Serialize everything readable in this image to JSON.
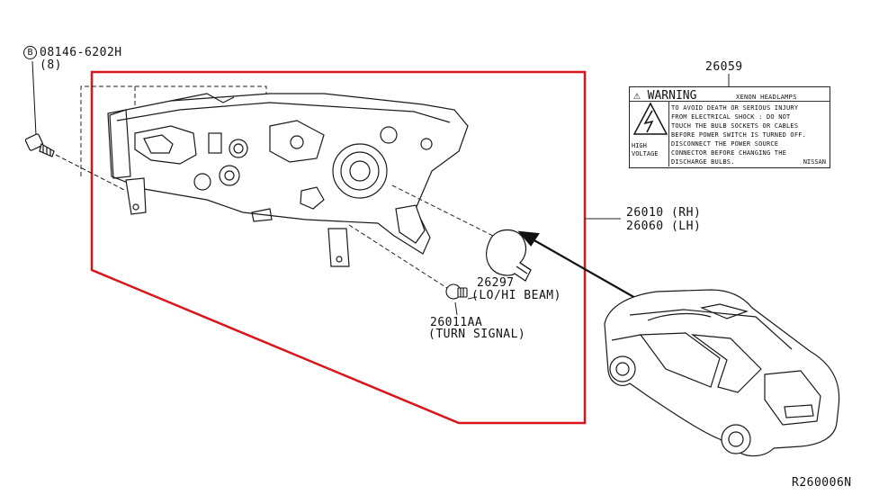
{
  "labels": {
    "bolt_prefix": "B",
    "bolt_part": "08146-6202H",
    "bolt_qty": "(8)",
    "label_part": "26059",
    "headlamp_rh": "26010 (RH)",
    "headlamp_lh": "26060 (LH)",
    "bulb_beam_part": "26297",
    "bulb_beam_desc": "(LO/HI BEAM)",
    "bulb_turn_part": "26011AA",
    "bulb_turn_desc": "(TURN SIGNAL)",
    "diagram_code": "R260006N"
  },
  "warning_label": {
    "title": "WARNING",
    "subtitle": "XENON HEADLAMPS",
    "high_voltage": "HIGH VOLTAGE",
    "line1": "TO AVOID DEATH OR SERIOUS INJURY",
    "line2": "FROM ELECTRICAL SHOCK : DO NOT",
    "line3": "TOUCH THE BULB SOCKETS OR CABLES",
    "line4": "BEFORE POWER SWITCH IS TURNED OFF.",
    "line5": "DISCONNECT THE POWER SOURCE",
    "line6": "CONNECTOR BEFORE CHANGING THE",
    "line7": "DISCHARGE BULBS.",
    "brand": "NISSAN"
  },
  "colors": {
    "highlight_outline": "#d9161c",
    "line_art": "#1a1a1a",
    "background": "#ffffff"
  }
}
